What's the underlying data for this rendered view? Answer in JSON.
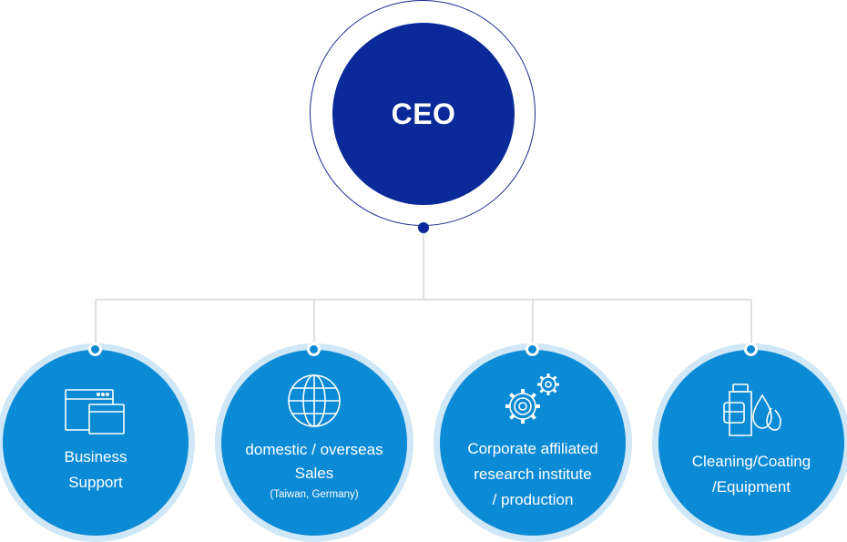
{
  "ceo": {
    "label": "CEO"
  },
  "departments": [
    {
      "label_lines": [
        "Business",
        "Support"
      ],
      "icon": "browser-windows-icon"
    },
    {
      "label_lines": [
        "domestic / overseas",
        "Sales"
      ],
      "sublabel": "(Taiwan, Germany)",
      "icon": "globe-icon"
    },
    {
      "label_lines": [
        "Corporate affiliated",
        "research institute",
        "/ production"
      ],
      "icon": "gears-icon"
    },
    {
      "label_lines": [
        "Cleaning/Coating",
        "/Equipment"
      ],
      "icon": "bottle-drops-icon"
    }
  ],
  "colors": {
    "ceo_fill": "#0a2a9a",
    "department_fill": "#0b8ad6",
    "department_ring": "#cfe7f6",
    "connector_line": "#d6d6d6"
  }
}
